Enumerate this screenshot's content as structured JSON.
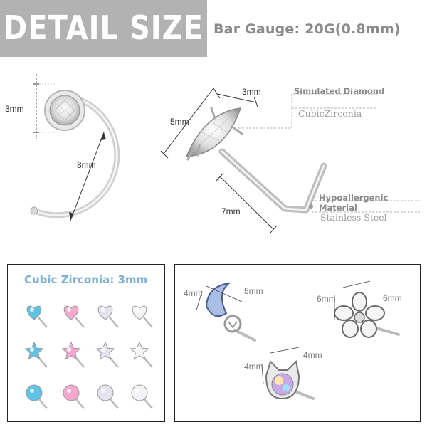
{
  "header": {
    "title": "DETAIL SIZE",
    "gauge": "Bar Gauge: 20G(0.8mm)"
  },
  "hoop": {
    "gem_size": "3mm",
    "diameter": "8mm"
  },
  "lshape": {
    "gem_width": "3mm",
    "gem_length": "5mm",
    "bar_length": "7mm",
    "stone_heading": "Simulated Diamond",
    "stone_value": "CubicZirconia",
    "material_heading": "Hypoallergenic Material",
    "material_value": "Stainless Steel"
  },
  "cz_panel": {
    "title": "Cubic Zirconia: 3mm",
    "colors": [
      "#5ec3e6",
      "#f4a8cc",
      "#e6e3f0",
      "#f4f4f6"
    ]
  },
  "shapes_panel": {
    "moon": {
      "h": "4mm",
      "w": "5mm"
    },
    "flower": {
      "h": "6mm",
      "w": "6mm"
    },
    "cat": {
      "h": "4mm",
      "w": "4mm"
    }
  },
  "colors": {
    "banner": "#b2b2b2",
    "accent": "#7fb0cf"
  }
}
